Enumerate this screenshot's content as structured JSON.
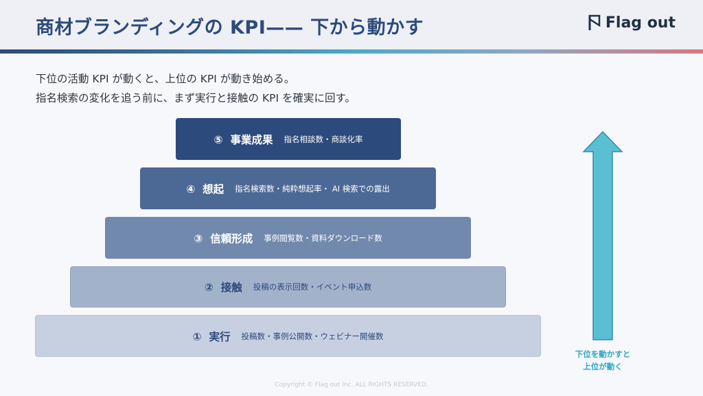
{
  "header": {
    "title": "商材ブランディングの KPI—— 下から動かす",
    "logo_text": "Flag out"
  },
  "intro": {
    "line1": "下位の活動 KPI が動くと、上位の KPI が動き始める。",
    "line2": "指名検索の変化を追う前に、まず実行と接触の KPI を確実に回す。"
  },
  "pyramid": [
    {
      "level": "⑤",
      "name": "事業成果",
      "kpis": "指名相談数・商談化率"
    },
    {
      "level": "④",
      "name": "想起",
      "kpis": "指名検索数・純粋想起率・ AI 検索での露出"
    },
    {
      "level": "③",
      "name": "信頼形成",
      "kpis": "事例閲覧数・資料ダウンロード数"
    },
    {
      "level": "②",
      "name": "接触",
      "kpis": "投稿の表示回数・イベント申込数"
    },
    {
      "level": "①",
      "name": "実行",
      "kpis": "投稿数・事例公開数・ウェビナー開催数"
    }
  ],
  "arrow": {
    "caption_line1": "下位を動かすと",
    "caption_line2": "上位が動く",
    "color": "#5bbfd4"
  },
  "footer": {
    "copyright": "Copyright © Flag out Inc. ALL RIGHTS RESERVED."
  },
  "colors": {
    "brand_navy": "#2d4a7c",
    "accent_cyan": "#2aa7c3"
  }
}
